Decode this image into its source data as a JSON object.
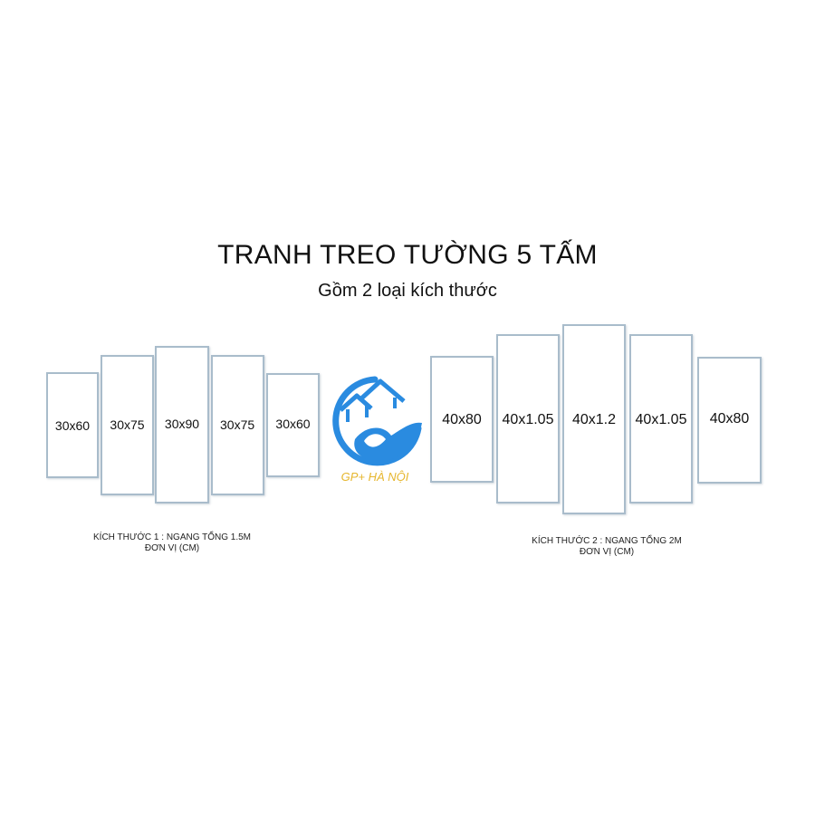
{
  "header": {
    "title": "TRANH TREO TƯỜNG 5 TẤM",
    "subtitle": "Gồm 2 loại kích thước"
  },
  "set1": {
    "panels": [
      "30x60",
      "30x75",
      "30x90",
      "30x75",
      "30x60"
    ],
    "caption_line1": "KÍCH THƯỚC 1 : NGANG TỔNG 1.5M",
    "caption_line2": "ĐƠN VỊ (CM)"
  },
  "set2": {
    "panels": [
      "40x80",
      "40x1.05",
      "40x1.2",
      "40x1.05",
      "40x80"
    ],
    "caption_line1": "KÍCH THƯỚC 2 : NGANG TỔNG 2M",
    "caption_line2": "ĐƠN VỊ (CM)"
  },
  "logo": {
    "text": "GP+ HÀ NỘI",
    "colors": {
      "blue": "#2a8be0",
      "yellow": "#e6b62d"
    }
  },
  "colors": {
    "panel_border": "#a9bccb"
  }
}
